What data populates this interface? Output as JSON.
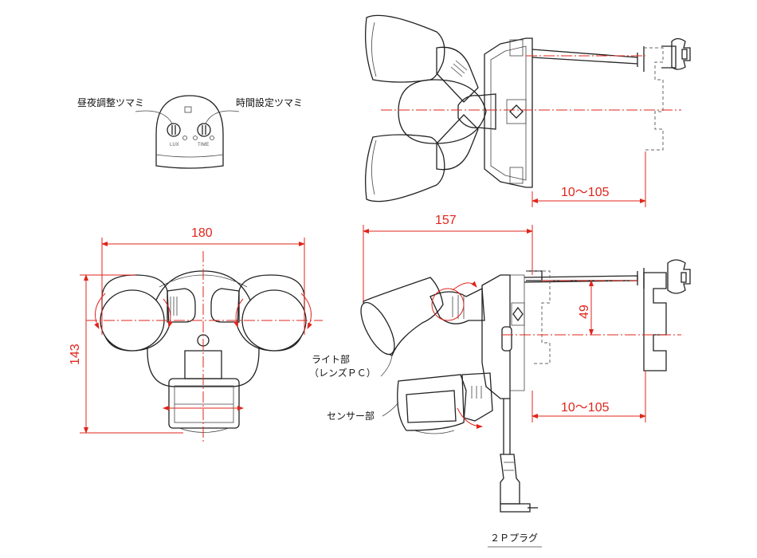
{
  "labels": {
    "day_night_knob": "昼夜調整ツマミ",
    "time_knob": "時間設定ツマミ",
    "lux": "LUX",
    "time": "TIME",
    "light_part": "ライト部",
    "lens_pc": "（レンズＰＣ）",
    "sensor_part": "センサー部",
    "plug": "２Ｐプラグ"
  },
  "dimensions": {
    "width_front": "180",
    "height_front": "143",
    "depth_side": "157",
    "mount_offset": "49",
    "range_top": "10～105",
    "range_side": "10～105"
  },
  "colors": {
    "outline": "#222222",
    "dimension": "#e0251b"
  }
}
